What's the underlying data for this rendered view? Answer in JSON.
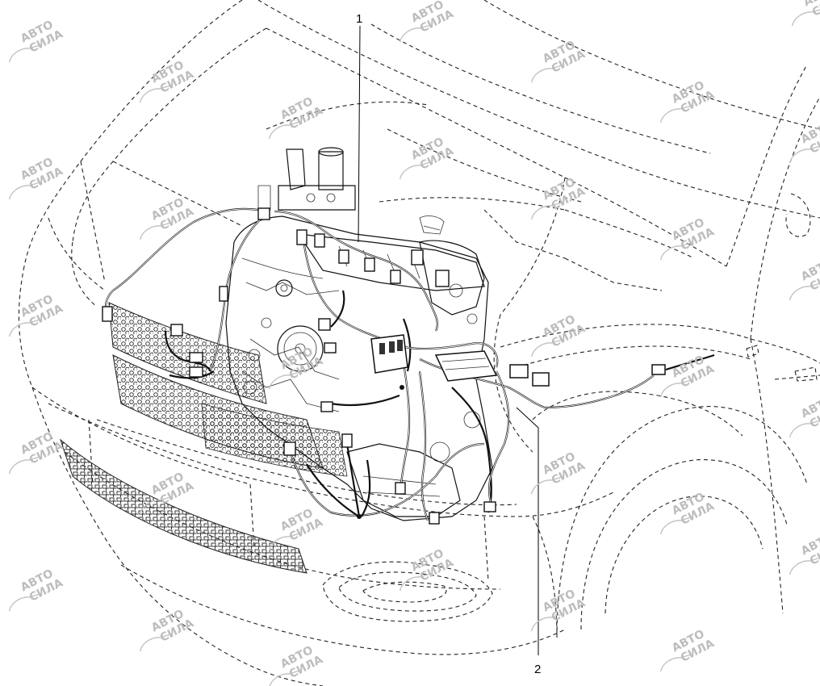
{
  "callouts": [
    {
      "label": "1"
    },
    {
      "label": "2"
    }
  ],
  "watermark": {
    "line1": "АВТО",
    "line2": "СИЛА"
  },
  "colors": {
    "line": "#111111",
    "watermark": "#bdbdbd",
    "background": "#ffffff"
  },
  "icons": [
    "car-logo-icon"
  ]
}
